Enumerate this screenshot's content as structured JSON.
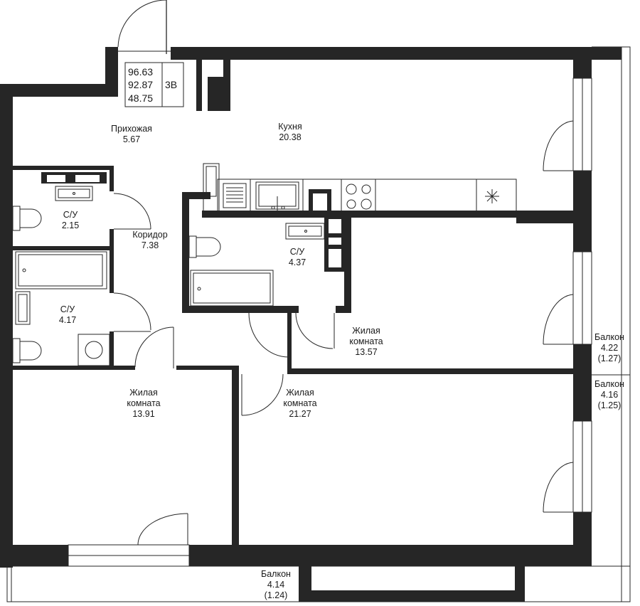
{
  "summary": {
    "total_area": "96.63",
    "reduced_area": "92.87",
    "living_area": "48.75",
    "type": "3В"
  },
  "rooms": {
    "hall": {
      "name": "Прихожая",
      "area": "5.67"
    },
    "kitchen": {
      "name": "Кухня",
      "area": "20.38"
    },
    "bath_small": {
      "name": "С/У",
      "area": "2.15"
    },
    "corridor": {
      "name": "Коридор",
      "area": "7.38"
    },
    "bath_center": {
      "name": "С/У",
      "area": "4.37"
    },
    "bath_left": {
      "name": "С/У",
      "area": "4.17"
    },
    "living_mid": {
      "name_line1": "Жилая",
      "name_line2": "комната",
      "area": "13.57"
    },
    "living_left": {
      "name_line1": "Жилая",
      "name_line2": "комната",
      "area": "13.91"
    },
    "living_big": {
      "name_line1": "Жилая",
      "name_line2": "комната",
      "area": "21.27"
    },
    "balcony_right_top": {
      "name": "Балкон",
      "area": "4.22",
      "reduced": "(1.27)"
    },
    "balcony_right_bottom": {
      "name": "Балкон",
      "area": "4.16",
      "reduced": "(1.25)"
    },
    "balcony_bottom": {
      "name": "Балкон",
      "area": "4.14",
      "reduced": "(1.24)"
    }
  }
}
